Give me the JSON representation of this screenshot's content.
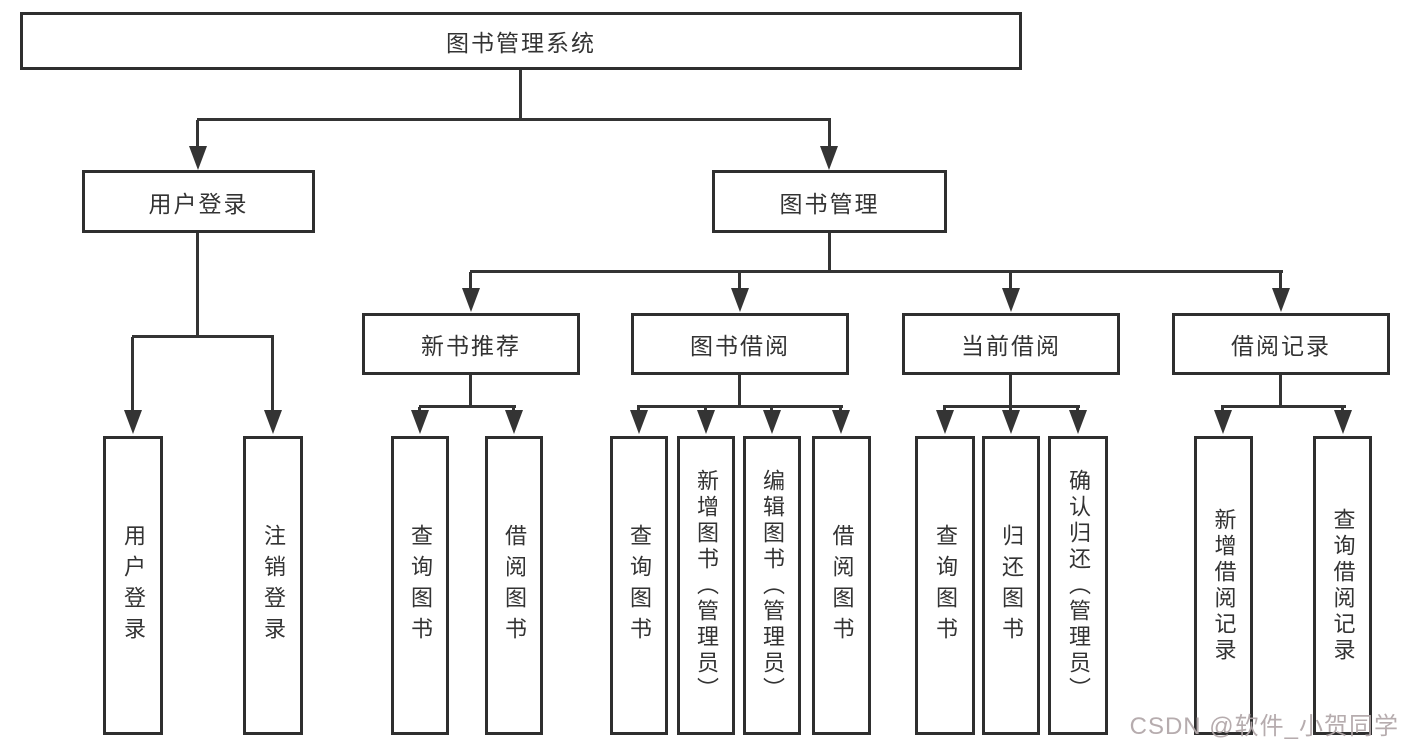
{
  "diagram": {
    "type": "hierarchy-diagram",
    "title": "图书管理系统",
    "colors": {
      "line": "#343434",
      "box_border": "#2f2f2f",
      "box_fill": "#ffffff",
      "text": "#333333",
      "watermark": "#b2a8aa",
      "background": "#ffffff"
    },
    "nodes": {
      "root": {
        "label": "图书管理系统"
      },
      "user_login": {
        "label": "用户登录"
      },
      "book_mgmt": {
        "label": "图书管理"
      },
      "new_book": {
        "label": "新书推荐"
      },
      "book_borrow": {
        "label": "图书借阅"
      },
      "current_borrow": {
        "label": "当前借阅"
      },
      "borrow_records": {
        "label": "借阅记录"
      },
      "leaf_user_login": {
        "label": "用户登录"
      },
      "leaf_logout": {
        "label": "注销登录"
      },
      "leaf_rec_query": {
        "label": "查询图书"
      },
      "leaf_rec_borrow": {
        "label": "借阅图书"
      },
      "leaf_bb_query": {
        "label": "查询图书"
      },
      "leaf_bb_add": {
        "label": "新增图书（管理员）"
      },
      "leaf_bb_edit": {
        "label": "编辑图书（管理员）"
      },
      "leaf_bb_borrow": {
        "label": "借阅图书"
      },
      "leaf_cb_query": {
        "label": "查询图书"
      },
      "leaf_cb_return": {
        "label": "归还图书"
      },
      "leaf_cb_confirm": {
        "label": "确认归还（管理员）"
      },
      "leaf_br_add": {
        "label": "新增借阅记录"
      },
      "leaf_br_query": {
        "label": "查询借阅记录"
      }
    },
    "hierarchy": {
      "图书管理系统": {
        "用户登录": [
          "用户登录",
          "注销登录"
        ],
        "图书管理": {
          "新书推荐": [
            "查询图书",
            "借阅图书"
          ],
          "图书借阅": [
            "查询图书",
            "新增图书（管理员）",
            "编辑图书（管理员）",
            "借阅图书"
          ],
          "当前借阅": [
            "查询图书",
            "归还图书",
            "确认归还（管理员）"
          ],
          "借阅记录": [
            "新增借阅记录",
            "查询借阅记录"
          ]
        }
      }
    },
    "watermark": {
      "text": "CSDN @软件_小贺同学"
    }
  }
}
